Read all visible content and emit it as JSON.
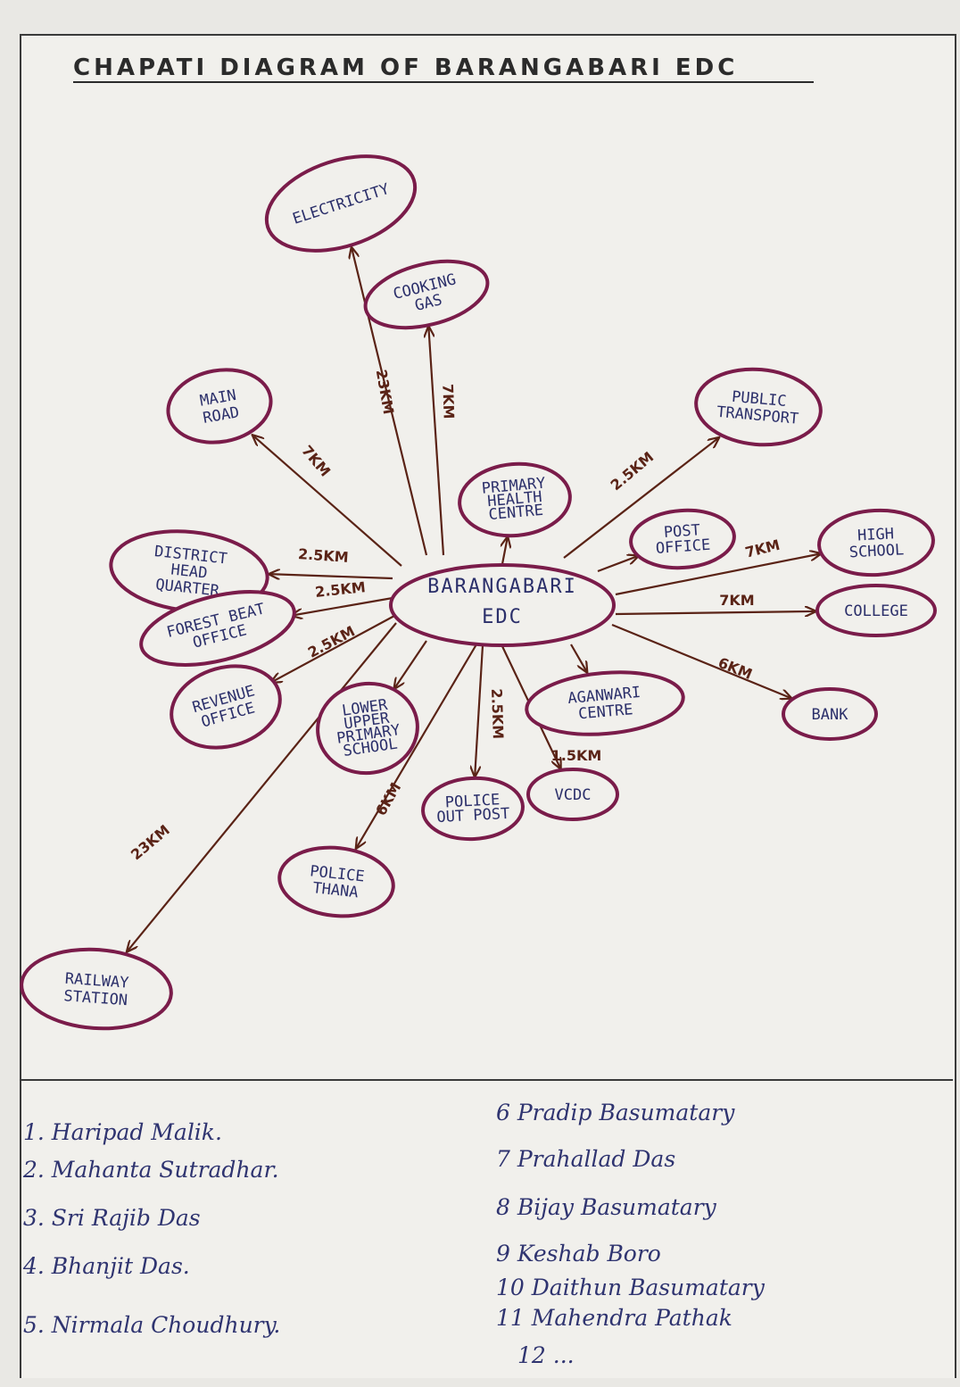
{
  "title": "CHAPATI DIAGRAM OF BARANGABARI EDC",
  "center": "BARANGABARI EDC",
  "nodes": [
    {
      "label": "ELECTRICITY",
      "distance": "23KM"
    },
    {
      "label": "COOKING GAS",
      "distance": "7KM"
    },
    {
      "label": "MAIN ROAD",
      "distance": "7KM"
    },
    {
      "label": "PUBLIC TRANSPORT",
      "distance": "2.5KM"
    },
    {
      "label": "PRIMARY HEALTH CENTRE",
      "distance": ""
    },
    {
      "label": "DISTRICT HEAD QUARTER",
      "distance": "2.5KM"
    },
    {
      "label": "POST OFFICE",
      "distance": ""
    },
    {
      "label": "HIGH SCHOOL",
      "distance": "7KM"
    },
    {
      "label": "FOREST BEAT OFFICE",
      "distance": "2.5KM"
    },
    {
      "label": "COLLEGE",
      "distance": "7KM"
    },
    {
      "label": "REVENUE OFFICE",
      "distance": "2.5KM"
    },
    {
      "label": "LOWER UPPER PRIMARY SCHOOL",
      "distance": ""
    },
    {
      "label": "AGANWARI CENTRE",
      "distance": ""
    },
    {
      "label": "BANK",
      "distance": "6KM"
    },
    {
      "label": "POLICE OUT POST",
      "distance": "2.5KM"
    },
    {
      "label": "VCDC",
      "distance": "1.5KM"
    },
    {
      "label": "POLICE THANA",
      "distance": "6KM"
    },
    {
      "label": "RAILWAY STATION",
      "distance": "23KM"
    }
  ],
  "members_left": [
    "1. Haripad Malik.",
    "2. Mahanta Sutradhar.",
    "3. Sri Rajib Das",
    "4. Bhanjit Das.",
    "5. Nirmala Choudhury."
  ],
  "members_right": [
    "6 Pradip Basumatary",
    "7 Prahallad Das",
    "8 Bijay Basumatary",
    "9 Keshab Boro",
    "10 Daithun Basumatary",
    "11 Mahendra Pathak",
    "12 ..."
  ],
  "colors": {
    "ink_outline": "#7a1c4a",
    "ink_arrow": "#5a2316",
    "ink_text": "#2b2f6a"
  }
}
